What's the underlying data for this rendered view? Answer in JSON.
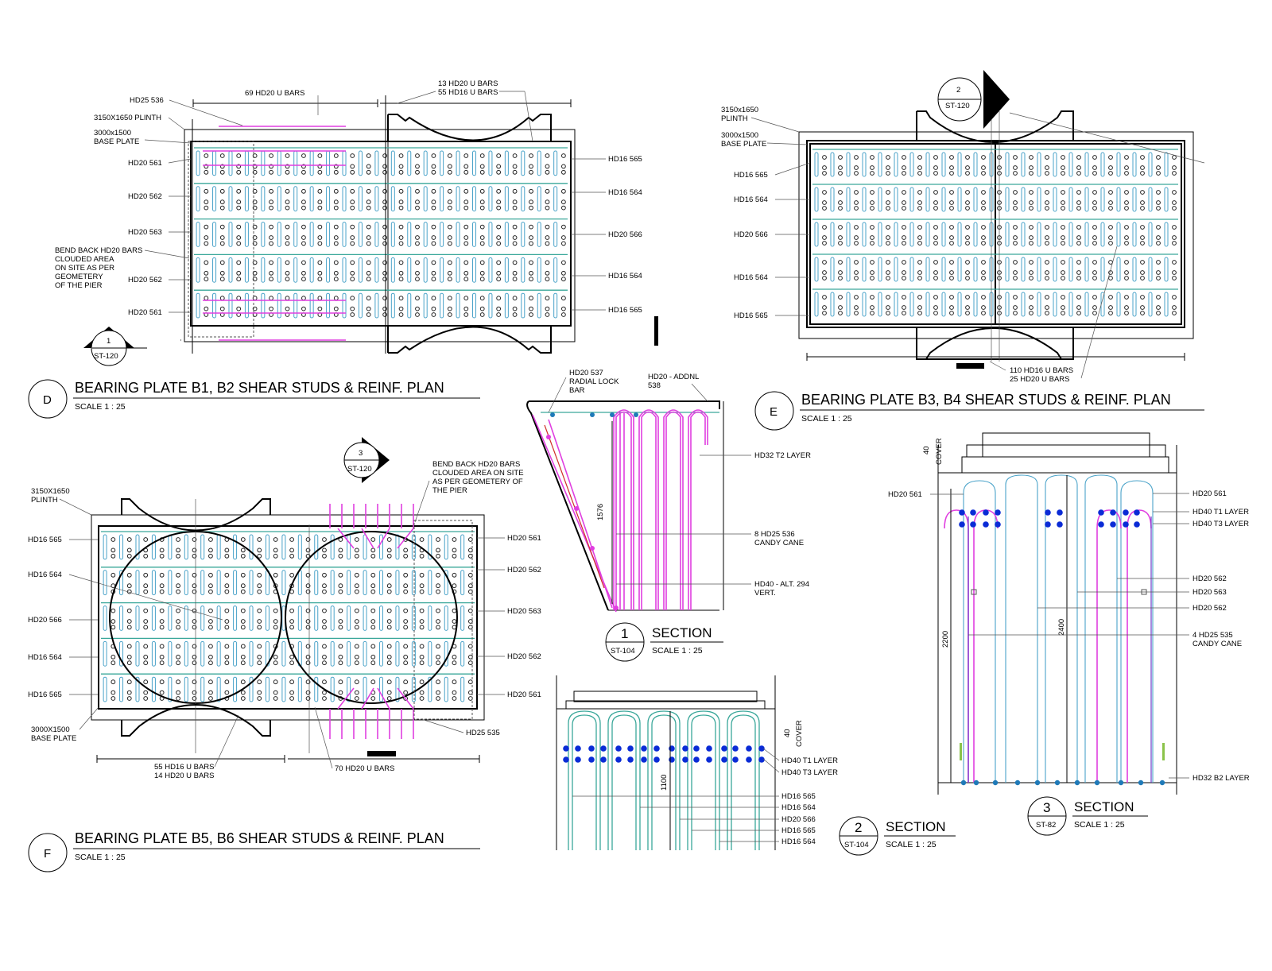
{
  "plan_d": {
    "title": "BEARING PLATE B1, B2 SHEAR STUDS & REINF. PLAN",
    "scale": "SCALE    1 : 25",
    "marker": "D",
    "ref_num": "1",
    "ref_sheet": "ST-120",
    "labels": {
      "hd25": "HD25 536",
      "plinth": "3150X1650 PLINTH",
      "base1": "3000x1500",
      "base2": "BASE PLATE",
      "hd20_561a": "HD20 561",
      "hd20_562a": "HD20 562",
      "hd20_563": "HD20 563",
      "bend1": "BEND BACK HD20 BARS",
      "bend2": "CLOUDED AREA",
      "bend3": "ON SITE AS PER",
      "bend4": "GEOMETERY",
      "bend5": "OF THE PIER",
      "hd20_562b": "HD20 562",
      "hd20_561b": "HD20 561",
      "ubars1": "69 HD20 U BARS",
      "ubars2a": "13 HD20 U BARS",
      "ubars2b": "55 HD16 U BARS",
      "r1": "HD16 565",
      "r2": "HD16 564",
      "r3": "HD20 566",
      "r4": "HD16 564",
      "r5": "HD16 565"
    }
  },
  "plan_e": {
    "title": "BEARING PLATE B3, B4 SHEAR STUDS & REINF. PLAN",
    "scale": "SCALE    1 : 25",
    "marker": "E",
    "ref_num": "2",
    "ref_sheet": "ST-120",
    "labels": {
      "plinth1": "3150x1650",
      "plinth2": "PLINTH",
      "base1": "3000x1500",
      "base2": "BASE PLATE",
      "l1": "HD16 565",
      "l2": "HD16 564",
      "l3": "HD20 566",
      "l4": "HD16 564",
      "l5": "HD16 565",
      "ub1": "110 HD16 U BARS",
      "ub2": "25 HD20 U BARS"
    }
  },
  "plan_f": {
    "title": "BEARING PLATE B5, B6 SHEAR STUDS & REINF. PLAN",
    "scale": "SCALE    1 : 25",
    "marker": "F",
    "ref_num": "3",
    "ref_sheet": "ST-120",
    "labels": {
      "plinth1": "3150X1650",
      "plinth2": "PLINTH",
      "l1": "HD16 565",
      "l2": "HD16 564",
      "l3": "HD20 566",
      "l4": "HD16 564",
      "l5": "HD16 565",
      "base1": "3000X1500",
      "base2": "BASE PLATE",
      "ub1": "55 HD16 U BARS",
      "ub2": "14 HD20 U BARS",
      "ub3": "70 HD20 U BARS",
      "bend1": "BEND BACK HD20 BARS",
      "bend2": "CLOUDED AREA ON SITE",
      "bend3": "AS PER GEOMETERY OF",
      "bend4": "THE PIER",
      "r1": "HD20 561",
      "r2": "HD20 562",
      "r3": "HD20 563",
      "r4": "HD20 562",
      "r5": "HD20 561",
      "hd25": "HD25 535"
    }
  },
  "section_1": {
    "title": "SECTION",
    "scale": "SCALE    1 : 25",
    "num": "1",
    "sheet": "ST-104",
    "labels": {
      "radial1": "HD20 537",
      "radial2": "RADIAL LOCK",
      "radial3": "BAR",
      "addnl1": "HD20 - ADDNL",
      "addnl2": "538",
      "t2": "HD32 T2 LAYER",
      "cane1": "8  HD25 536",
      "cane2": "CANDY CANE",
      "vert1": "HD40 - ALT. 294",
      "vert2": "VERT.",
      "dim": "1576"
    }
  },
  "section_2": {
    "title": "SECTION",
    "scale": "SCALE    1 : 25",
    "num": "2",
    "sheet": "ST-104",
    "labels": {
      "cover1": "40",
      "cover2": "COVER",
      "t1": "HD40 T1 LAYER",
      "t3": "HD40 T3 LAYER",
      "l1": "HD16 565",
      "l2": "HD16 564",
      "l3": "HD20 566",
      "l4": "HD16 565",
      "l5": "HD16 564",
      "dim": "1100"
    }
  },
  "section_3": {
    "title": "SECTION",
    "scale": "SCALE    1 : 25",
    "num": "3",
    "sheet": "ST-82",
    "labels": {
      "cover1": "40",
      "cover2": "COVER",
      "left561": "HD20 561",
      "r561": "HD20 561",
      "t1": "HD40 T1 LAYER",
      "t3": "HD40 T3 LAYER",
      "r562a": "HD20 562",
      "r563": "HD20 563",
      "r562b": "HD20 562",
      "cane1": "4  HD25 535",
      "cane2": "CANDY CANE",
      "b2": "HD32  B2 LAYER",
      "dim1": "2200",
      "dim2": "2400"
    }
  },
  "colors": {
    "cyan": "#4aa3c9",
    "teal": "#3aa79a",
    "magenta": "#e03fe0",
    "blue_dot": "#0a2bd6"
  }
}
